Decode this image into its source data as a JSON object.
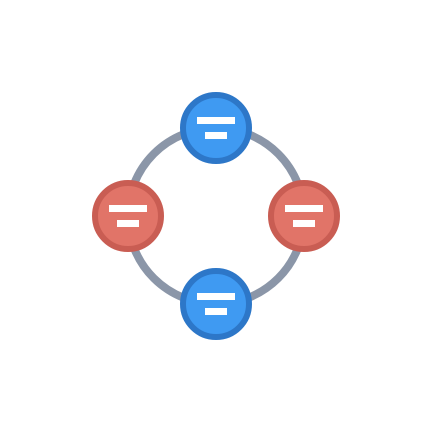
{
  "icon": {
    "name": "network-cycle-icon",
    "ring_color": "#8b96a8",
    "nodes": [
      {
        "position": "top",
        "fill": "#3f9af2",
        "stroke": "#2d77c8",
        "bar": "#ffffff"
      },
      {
        "position": "right",
        "fill": "#e17468",
        "stroke": "#c95d53",
        "bar": "#ffffff"
      },
      {
        "position": "bottom",
        "fill": "#3f9af2",
        "stroke": "#2d77c8",
        "bar": "#ffffff"
      },
      {
        "position": "left",
        "fill": "#e17468",
        "stroke": "#c95d53",
        "bar": "#ffffff"
      }
    ]
  }
}
